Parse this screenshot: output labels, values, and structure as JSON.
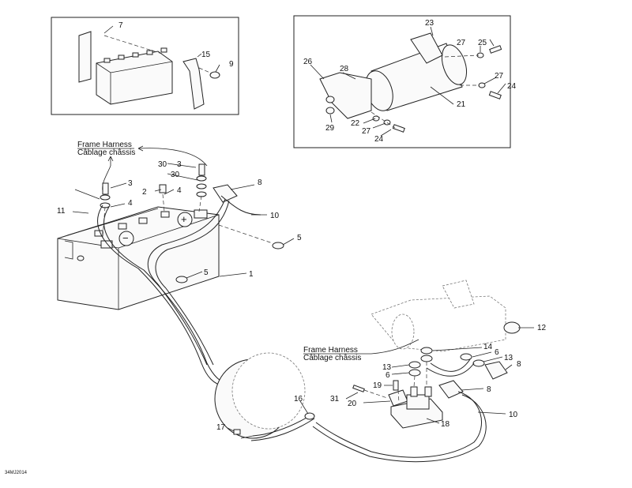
{
  "harness_labels": [
    {
      "en": "Frame Harness",
      "fr": "Câblage châssis"
    },
    {
      "en": "Frame Harness",
      "fr": "Câblage châssis"
    }
  ],
  "part_numbers": {
    "inset_battery": [
      "7",
      "15",
      "9"
    ],
    "inset_starter": [
      "23",
      "25",
      "27",
      "26",
      "28",
      "27",
      "24",
      "21",
      "29",
      "22",
      "27",
      "24"
    ],
    "main": [
      "3",
      "30",
      "3",
      "30",
      "2",
      "4",
      "8",
      "11",
      "4",
      "10",
      "5",
      "5",
      "1",
      "12",
      "14",
      "6",
      "13",
      "13",
      "6",
      "8",
      "19",
      "8",
      "31",
      "20",
      "16",
      "10",
      "18",
      "17"
    ]
  },
  "diagram_code": "34MJ2014",
  "terminals": {
    "positive": "+",
    "negative": "−"
  }
}
